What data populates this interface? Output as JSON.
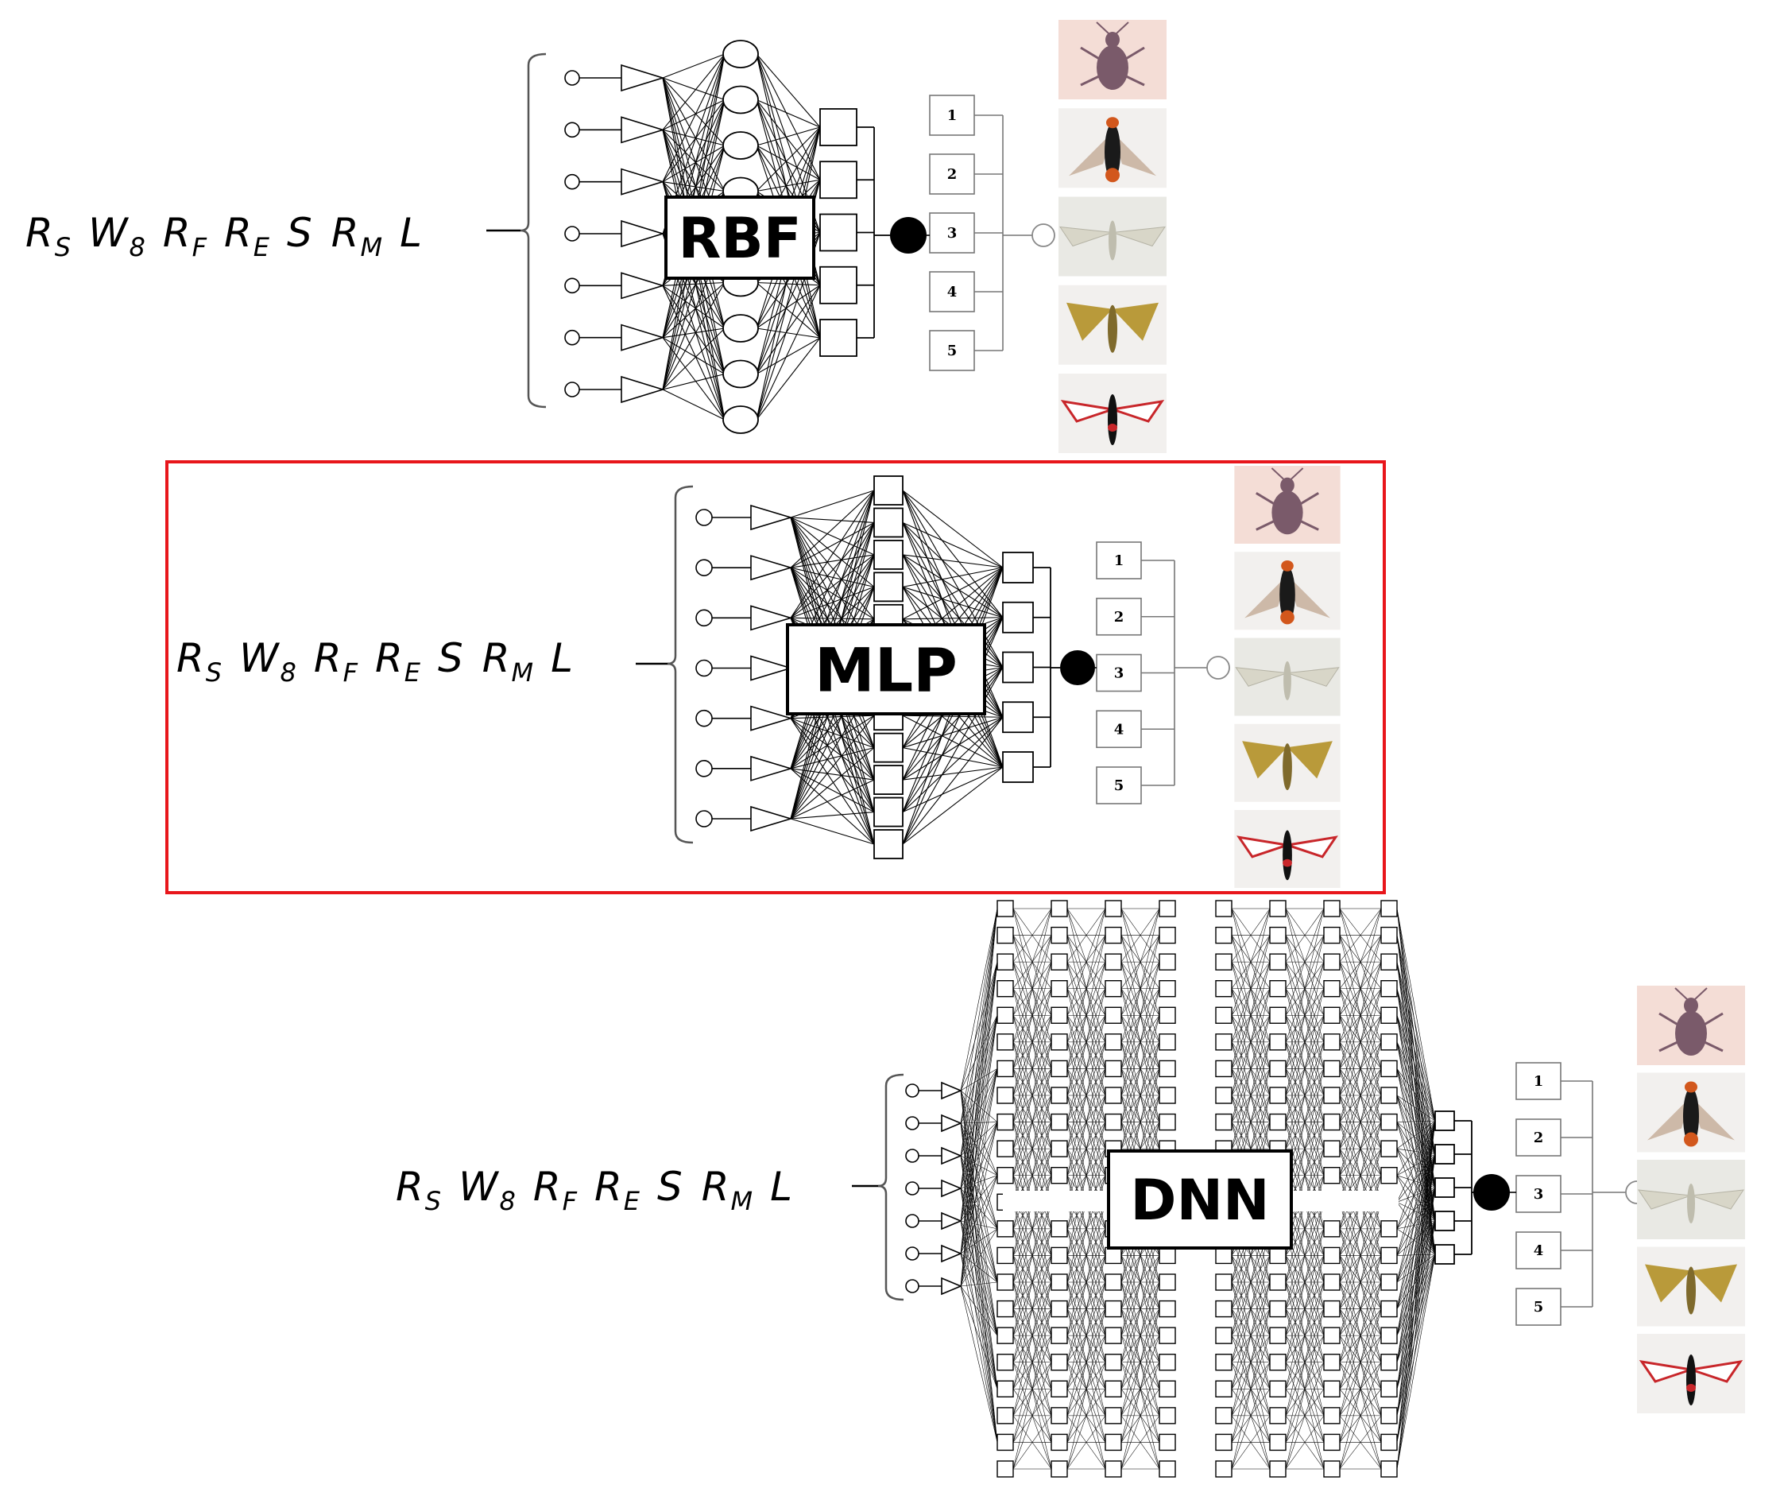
{
  "panels": [
    {
      "id": "rbf",
      "label": "RBF",
      "type": "rbf",
      "highlighted": false,
      "input_variables": [
        {
          "base": "R",
          "sub": "S"
        },
        {
          "base": "W",
          "sub": "8"
        },
        {
          "base": "R",
          "sub": "F"
        },
        {
          "base": "R",
          "sub": "E"
        },
        {
          "base": "S",
          "sub": ""
        },
        {
          "base": "R",
          "sub": "M"
        },
        {
          "base": "L",
          "sub": ""
        }
      ],
      "input_count": 7,
      "output_classes": [
        "1",
        "2",
        "3",
        "4",
        "5"
      ],
      "species_icons": [
        "weevil-icon",
        "sawfly-icon",
        "pale-moth-icon",
        "yellow-moth-icon",
        "clearwing-moth-icon"
      ]
    },
    {
      "id": "mlp",
      "label": "MLP",
      "type": "mlp",
      "highlighted": true,
      "input_variables": [
        {
          "base": "R",
          "sub": "S"
        },
        {
          "base": "W",
          "sub": "8"
        },
        {
          "base": "R",
          "sub": "F"
        },
        {
          "base": "R",
          "sub": "E"
        },
        {
          "base": "S",
          "sub": ""
        },
        {
          "base": "R",
          "sub": "M"
        },
        {
          "base": "L",
          "sub": ""
        }
      ],
      "input_count": 7,
      "output_classes": [
        "1",
        "2",
        "3",
        "4",
        "5"
      ],
      "species_icons": [
        "weevil-icon",
        "sawfly-icon",
        "pale-moth-icon",
        "yellow-moth-icon",
        "clearwing-moth-icon"
      ]
    },
    {
      "id": "dnn",
      "label": "DNN",
      "type": "dnn",
      "highlighted": false,
      "input_variables": [
        {
          "base": "R",
          "sub": "S"
        },
        {
          "base": "W",
          "sub": "8"
        },
        {
          "base": "R",
          "sub": "F"
        },
        {
          "base": "R",
          "sub": "E"
        },
        {
          "base": "S",
          "sub": ""
        },
        {
          "base": "R",
          "sub": "M"
        },
        {
          "base": "L",
          "sub": ""
        }
      ],
      "input_count": 7,
      "output_classes": [
        "1",
        "2",
        "3",
        "4",
        "5"
      ],
      "species_icons": [
        "weevil-icon",
        "sawfly-icon",
        "pale-moth-icon",
        "yellow-moth-icon",
        "clearwing-moth-icon"
      ]
    }
  ],
  "colors": {
    "highlight": "#e8161b",
    "weevil": "#7a5a6a",
    "sawfly_body": "#1a1a1a",
    "sawfly_accent": "#d2571c",
    "pale_moth": "#d8d6c8",
    "yellow_moth": "#b99a3a",
    "clearwing_red": "#c8262a"
  }
}
